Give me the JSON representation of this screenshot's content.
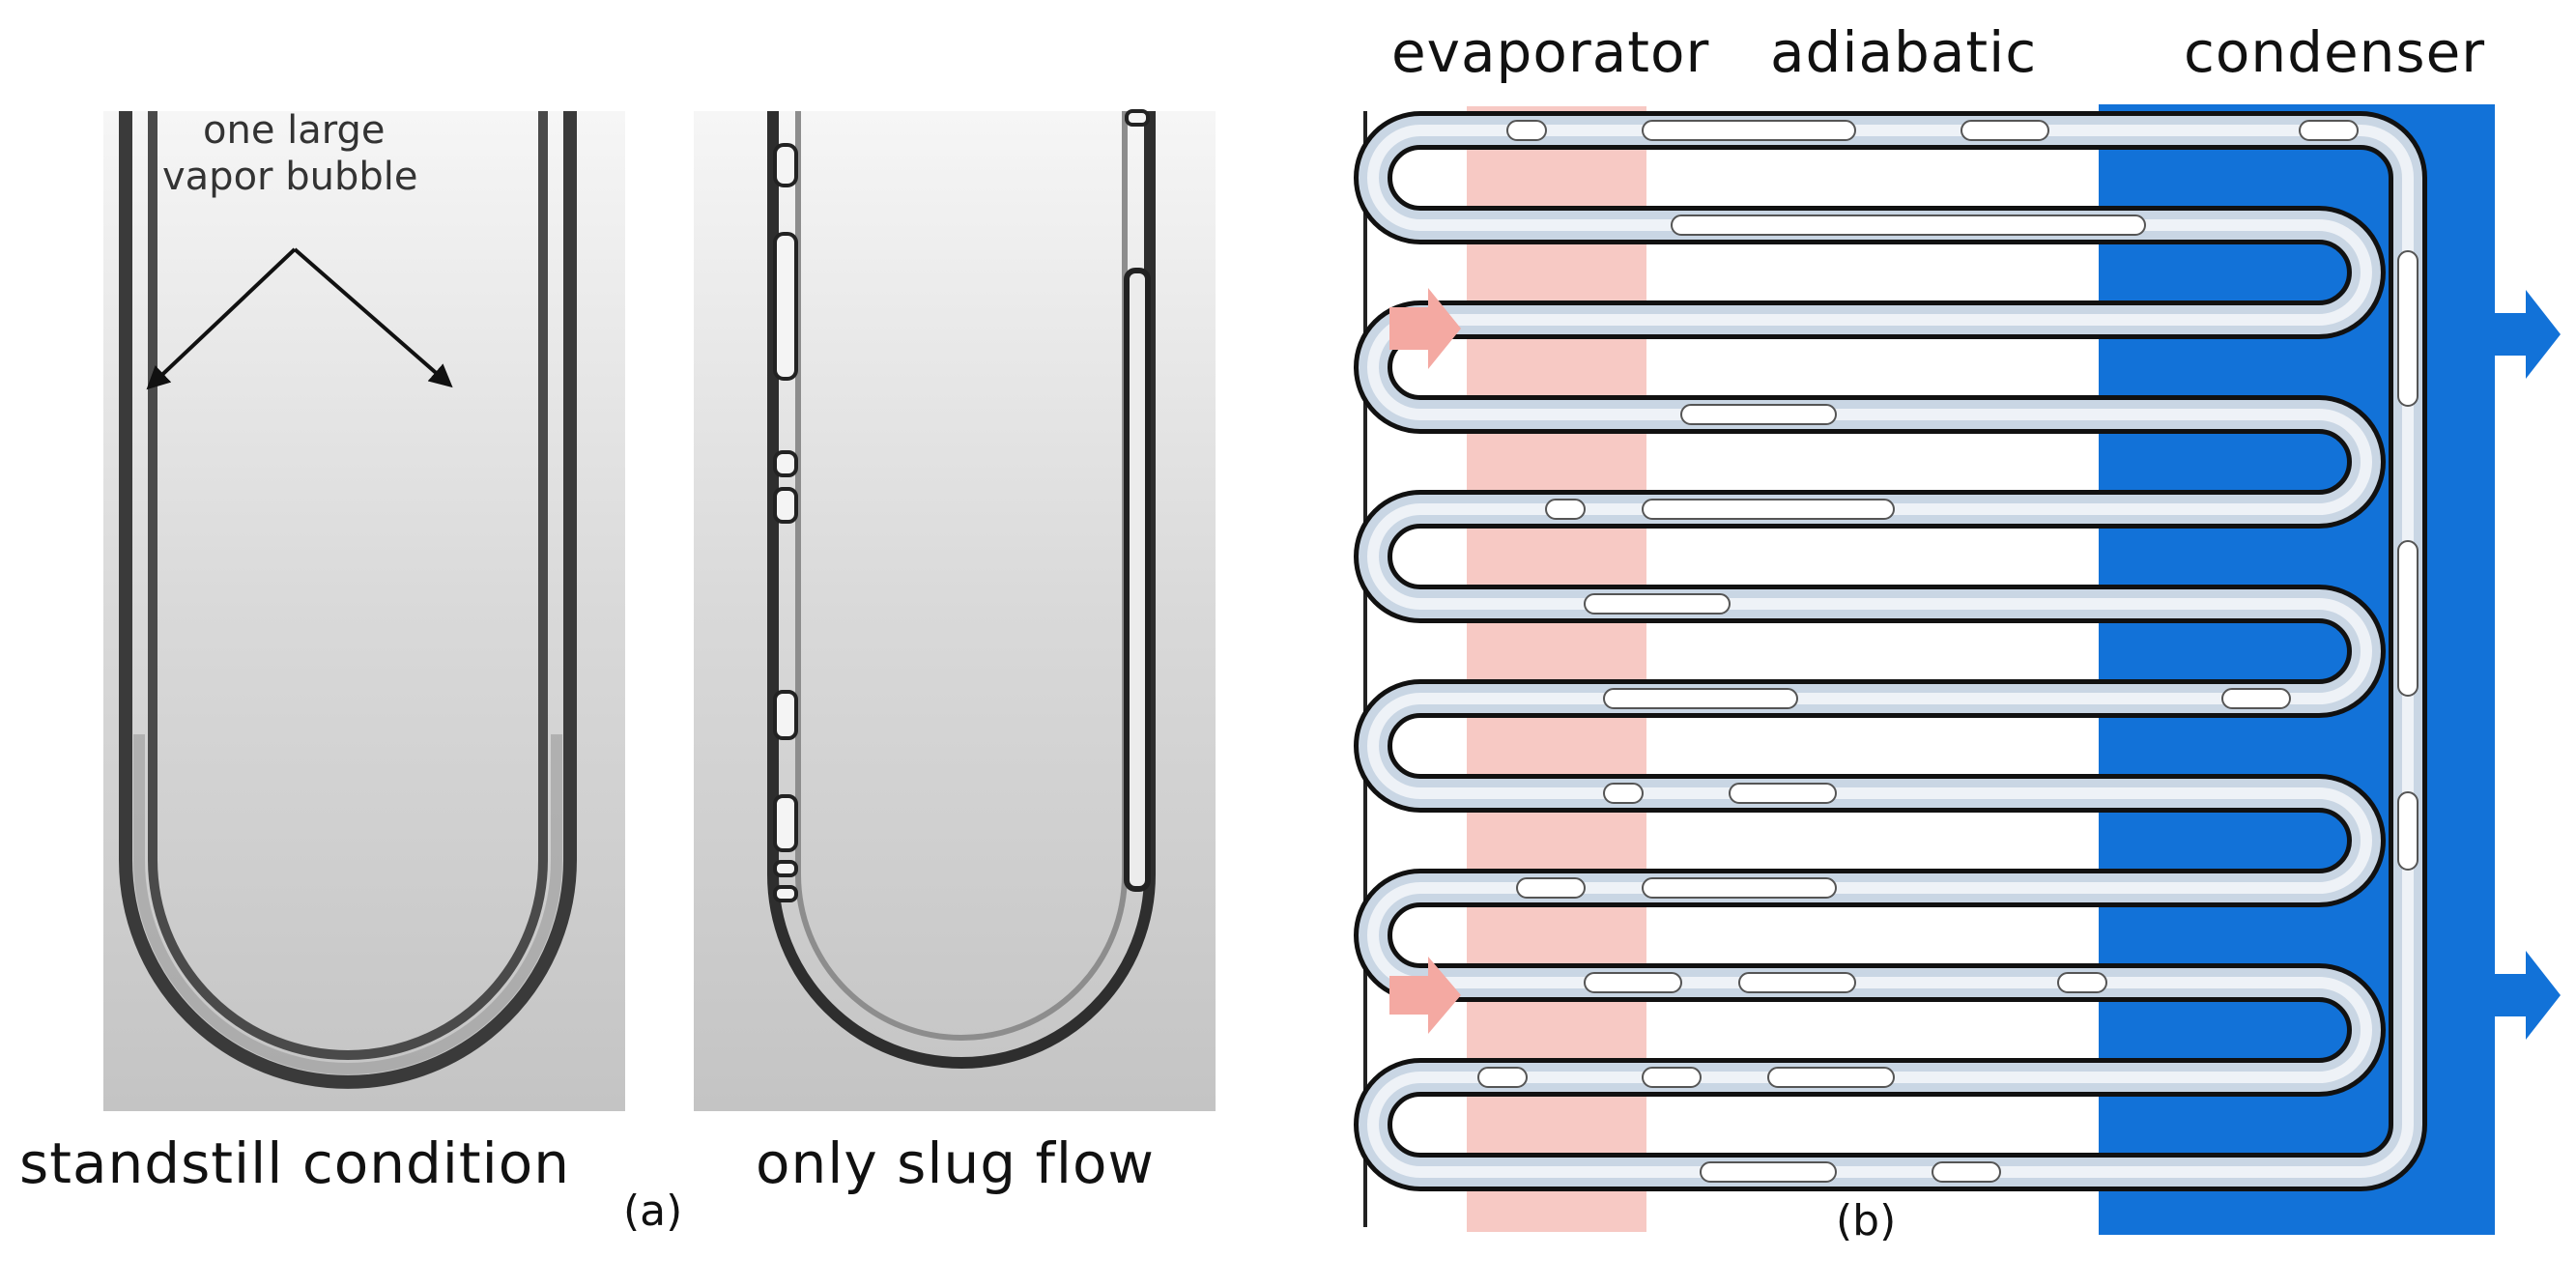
{
  "panel_a": {
    "left_photo": {
      "annotation_line1": "one large",
      "annotation_line2": "vapor bubble",
      "caption": "standstill condition"
    },
    "right_photo": {
      "caption": "only slug flow"
    },
    "panel_label": "(a)"
  },
  "panel_b": {
    "zone_labels": {
      "evaporator": "evaporator",
      "adiabatic": "adiabatic",
      "condenser": "condenser"
    },
    "panel_label": "(b)",
    "colors": {
      "evaporator_zone": "#f7c9c4",
      "condenser_zone": "#1272d8",
      "tube_outline": "#111111",
      "vapor_slug": "#ffffff",
      "liquid": "#c9d6e4",
      "heat_arrow_in": "#f4a9a2",
      "heat_arrow_out": "#1272d8"
    }
  }
}
